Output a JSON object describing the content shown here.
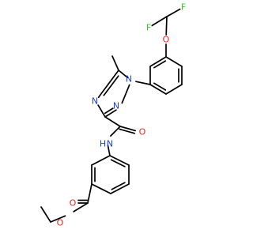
{
  "colors": {
    "bond": "#000000",
    "carbon_text": "#000000",
    "nitrogen": "#1f3fe0",
    "oxygen": "#e0281f",
    "fluorine": "#32c832"
  },
  "atoms": {
    "f_top": "F",
    "f_left": "F",
    "o_ether": "O",
    "n_ring_1": "N",
    "n_ring_2": "N",
    "n_ring_4": "N",
    "o_amide": "O",
    "n_amide": "N",
    "h_amide": "H",
    "o_ester_carbonyl": "O",
    "o_ester": "O"
  }
}
